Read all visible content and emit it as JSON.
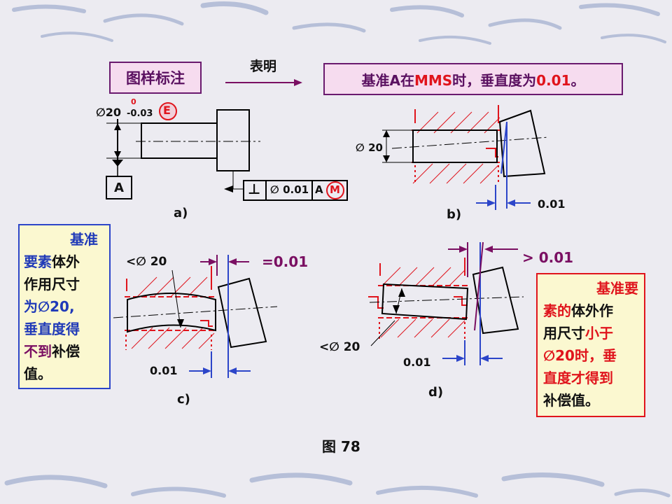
{
  "header": {
    "label_box": "图样标注",
    "arrow_label": "表明",
    "meaning": {
      "part1": "基准A在",
      "mms": "MMS",
      "part2": "时，垂直度为",
      "value": "0.01",
      "end": "。"
    }
  },
  "panel_a": {
    "diameter": "∅20",
    "tol_upper": "0",
    "tol_lower": "-0.03",
    "envelope": "E",
    "datum": "A",
    "frame_symbol": "⊥",
    "frame_tol": "∅ 0.01",
    "frame_datum": "A",
    "frame_modifier": "M",
    "caption": "a)"
  },
  "panel_b": {
    "diameter": "∅ 20",
    "dev": "0.01",
    "caption": "b)"
  },
  "panel_c": {
    "size": "<∅ 20",
    "eq": "=0.01",
    "dev": "0.01",
    "caption": "c)"
  },
  "panel_d": {
    "size": "<∅ 20",
    "gt": "> 0.01",
    "dev": "0.01",
    "caption": "d)"
  },
  "left_note": {
    "l1": "基准",
    "l2a": "要素",
    "l2b": "体外",
    "l3": "作用尺寸",
    "l4": "为∅20,",
    "l5": "垂直度得",
    "l6a": "不到",
    "l6b": "补偿",
    "l7": "值。"
  },
  "right_note": {
    "l1": "基准要",
    "l2a": "素的",
    "l2b": "体外作",
    "l3a": "用尺寸",
    "l3b": "小于",
    "l4": "∅20时，垂",
    "l5": "直度才得到",
    "l6": "补偿值。"
  },
  "figure_caption": "图 78",
  "colors": {
    "red": "#e0141c",
    "blue": "#2c45c9",
    "purple": "#7a0f62",
    "background": "#ecebf1",
    "note_bg": "#fbf8d0"
  }
}
